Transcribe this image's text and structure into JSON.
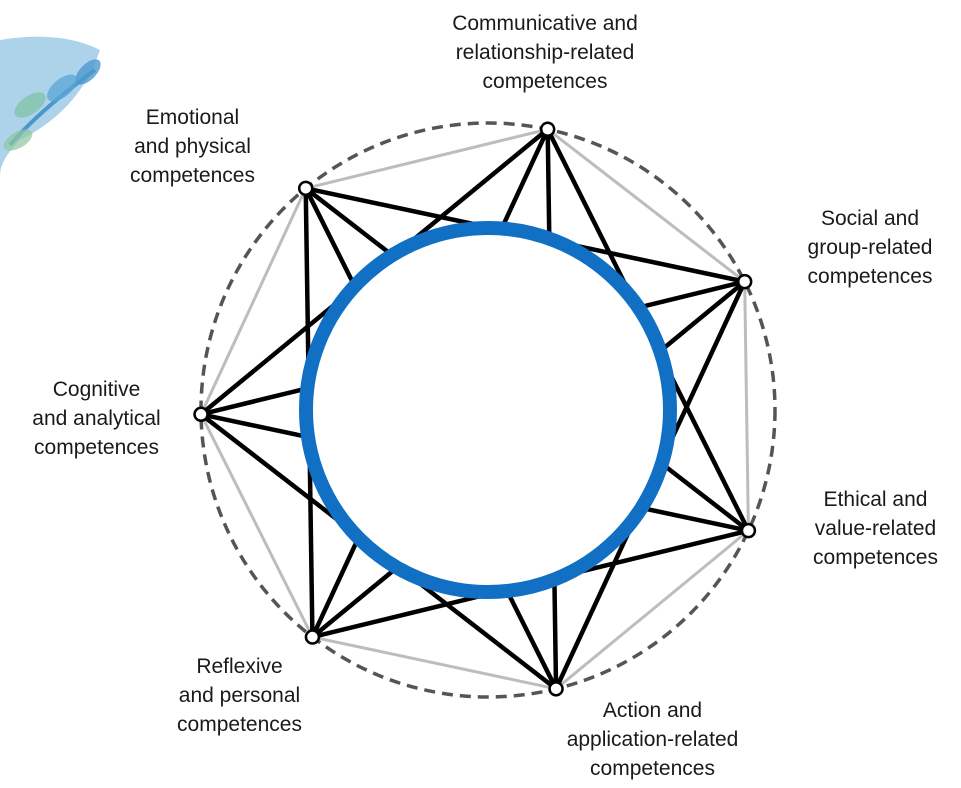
{
  "diagram": {
    "competences": [
      {
        "id": "communicative",
        "lines": [
          "Communicative and",
          "relationship-related",
          "competences"
        ]
      },
      {
        "id": "social",
        "lines": [
          "Social and",
          "group-related",
          "competences"
        ]
      },
      {
        "id": "ethical",
        "lines": [
          "Ethical and",
          "value-related",
          "competences"
        ]
      },
      {
        "id": "action",
        "lines": [
          "Action and",
          "application-related",
          "competences"
        ]
      },
      {
        "id": "reflexive",
        "lines": [
          "Reflexive",
          "and personal",
          "competences"
        ]
      },
      {
        "id": "cognitive",
        "lines": [
          "Cognitive",
          "and analytical",
          "competences"
        ]
      },
      {
        "id": "emotional",
        "lines": [
          "Emotional",
          "and physical",
          "competences"
        ]
      }
    ],
    "colors": {
      "center_ring": "#1170c4",
      "connections": "#000000",
      "outer_polygon": "#bdbdbd",
      "outer_circle_dashed": "#555555",
      "logo_leaf": "#6aaed8"
    }
  }
}
